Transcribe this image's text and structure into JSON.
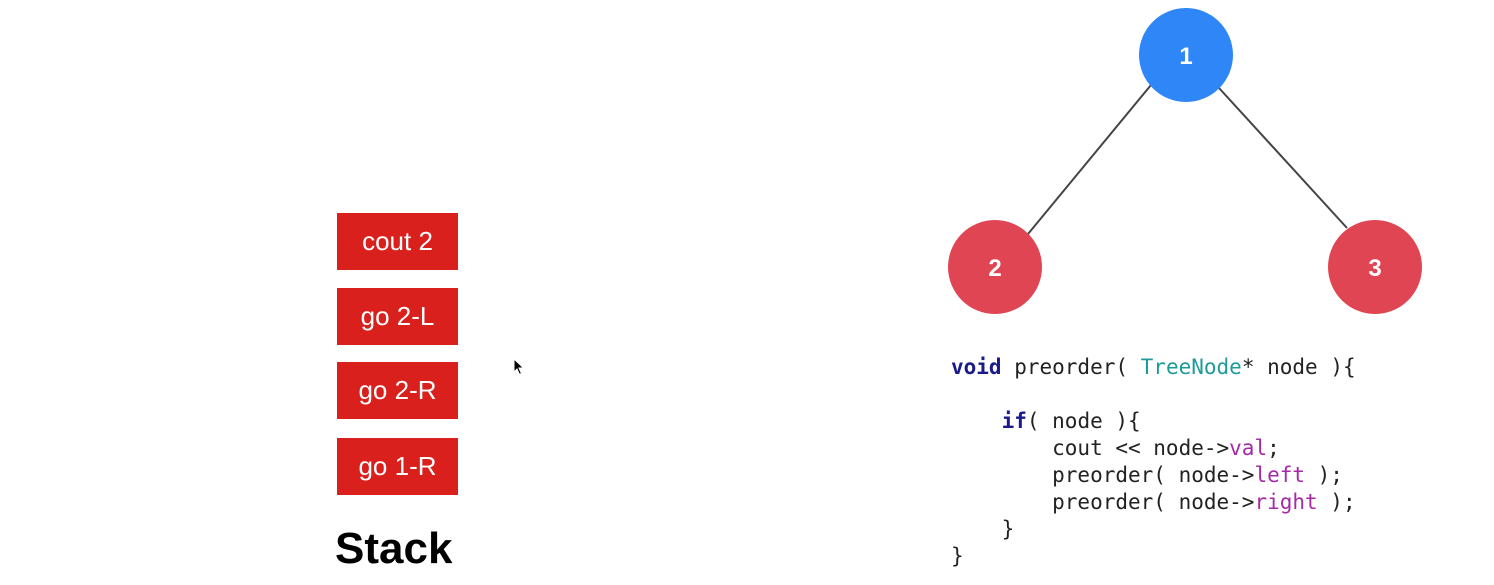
{
  "stack": {
    "items": [
      "cout 2",
      "go 2-L",
      "go 2-R",
      "go 1-R"
    ],
    "title": "Stack",
    "item_color": "#d9201c"
  },
  "tree": {
    "nodes": [
      {
        "label": "1",
        "color": "#2f86f6"
      },
      {
        "label": "2",
        "color": "#e04554"
      },
      {
        "label": "3",
        "color": "#e04554"
      }
    ],
    "edges": [
      [
        "1",
        "2"
      ],
      [
        "1",
        "3"
      ]
    ]
  },
  "code": {
    "lines": [
      [
        {
          "t": "void",
          "c": "kw"
        },
        {
          "t": " preorder( ",
          "c": ""
        },
        {
          "t": "TreeNode",
          "c": "type"
        },
        {
          "t": "* node ){",
          "c": ""
        }
      ],
      [],
      [
        {
          "t": "    ",
          "c": ""
        },
        {
          "t": "if",
          "c": "kw"
        },
        {
          "t": "( node ){",
          "c": ""
        }
      ],
      [
        {
          "t": "        cout << node->",
          "c": ""
        },
        {
          "t": "val",
          "c": "field"
        },
        {
          "t": ";",
          "c": ""
        }
      ],
      [
        {
          "t": "        preorder( node->",
          "c": ""
        },
        {
          "t": "left",
          "c": "field"
        },
        {
          "t": " );",
          "c": ""
        }
      ],
      [
        {
          "t": "        preorder( node->",
          "c": ""
        },
        {
          "t": "right",
          "c": "field"
        },
        {
          "t": " );",
          "c": ""
        }
      ],
      [
        {
          "t": "    }",
          "c": ""
        }
      ],
      [
        {
          "t": "}",
          "c": ""
        }
      ]
    ]
  }
}
